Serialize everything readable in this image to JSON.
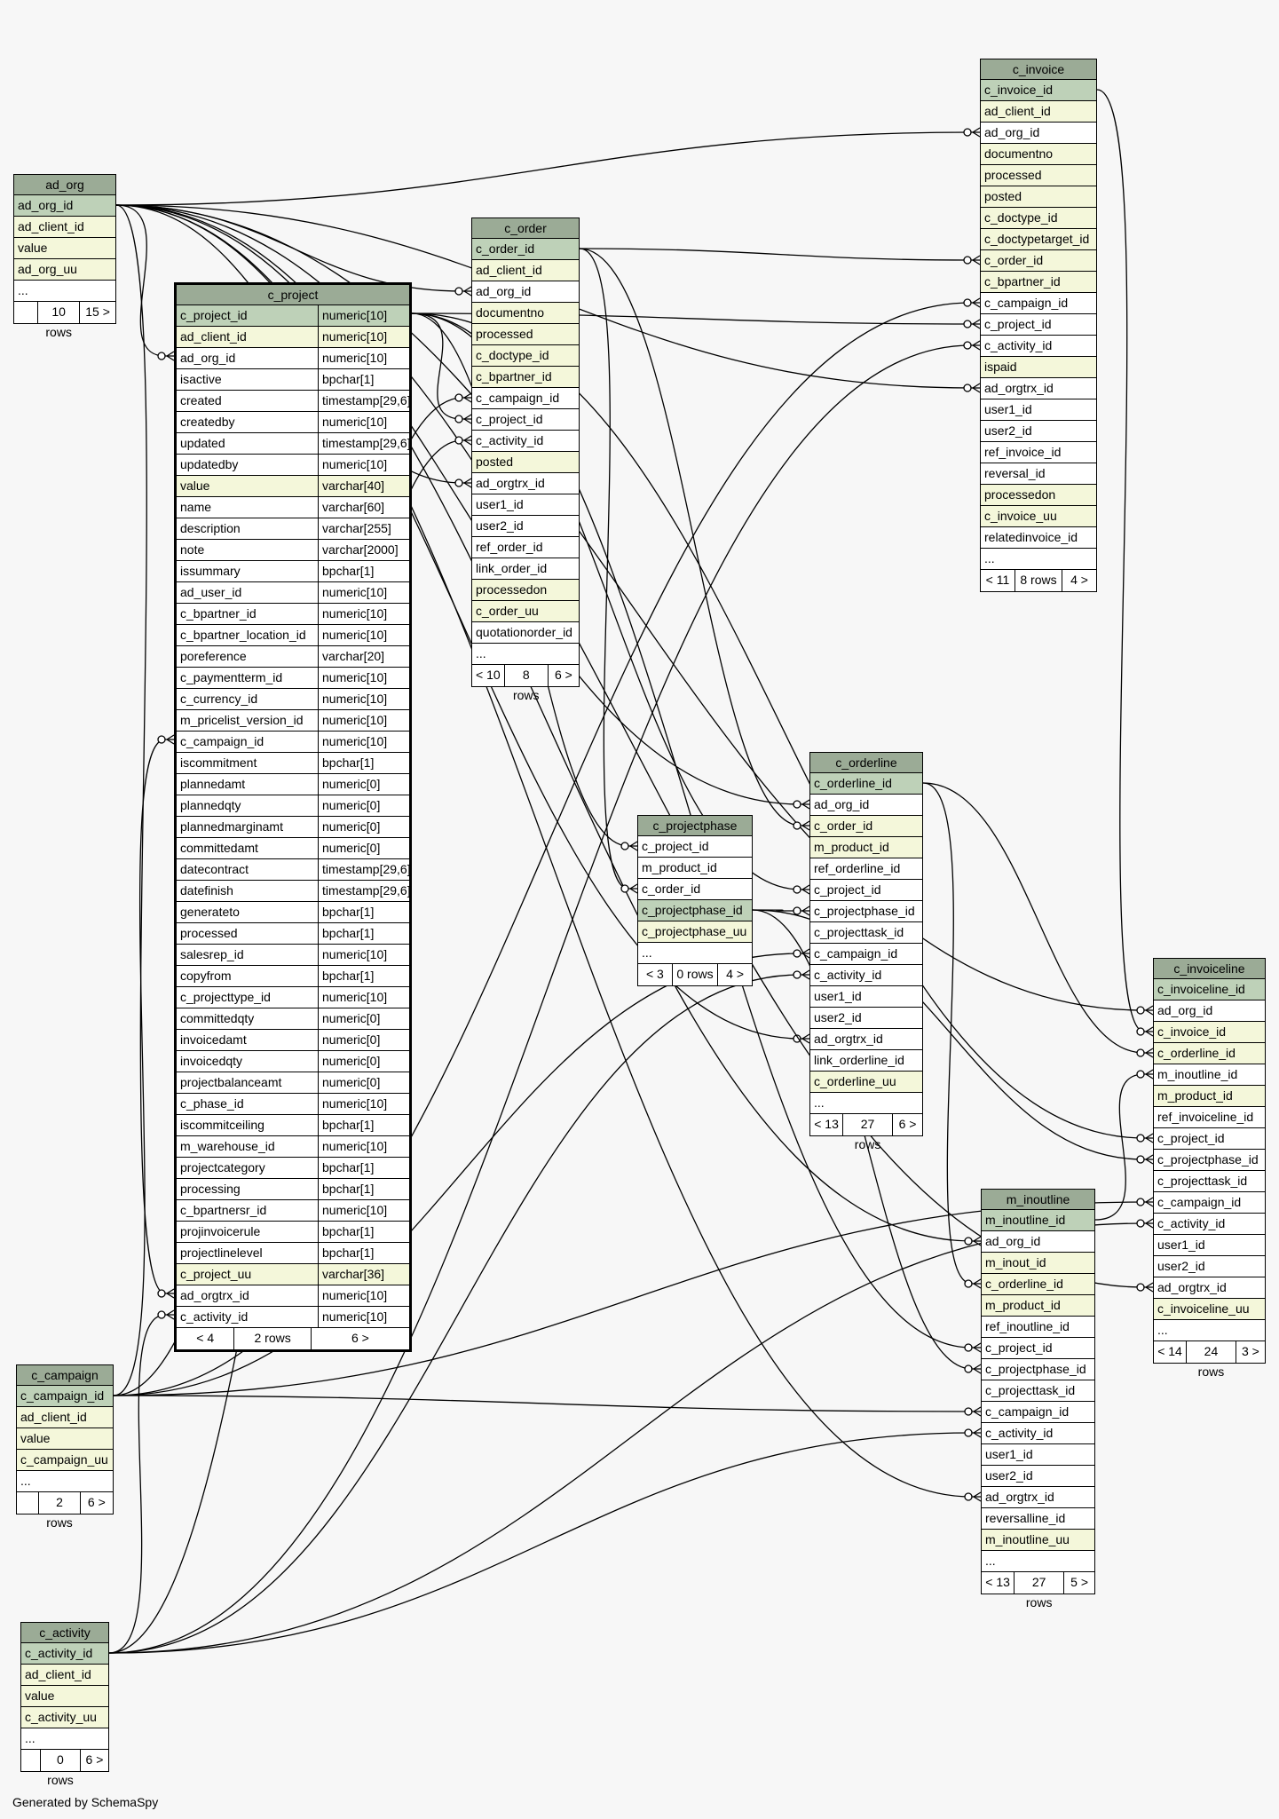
{
  "footer": "Generated by SchemaSpy",
  "tables": {
    "ad_org": {
      "name": "ad_org",
      "rows": [
        {
          "n": "ad_org_id",
          "k": "pk"
        },
        {
          "n": "ad_client_id",
          "k": "idx"
        },
        {
          "n": "value",
          "k": "idx"
        },
        {
          "n": "ad_org_uu",
          "k": "idx"
        },
        {
          "n": "...",
          "k": "plain"
        }
      ],
      "foot": [
        "",
        "10 rows",
        "15 >"
      ]
    },
    "c_campaign": {
      "name": "c_campaign",
      "rows": [
        {
          "n": "c_campaign_id",
          "k": "pk"
        },
        {
          "n": "ad_client_id",
          "k": "idx"
        },
        {
          "n": "value",
          "k": "idx"
        },
        {
          "n": "c_campaign_uu",
          "k": "idx"
        },
        {
          "n": "...",
          "k": "plain"
        }
      ],
      "foot": [
        "",
        "2 rows",
        "6 >"
      ]
    },
    "c_activity": {
      "name": "c_activity",
      "rows": [
        {
          "n": "c_activity_id",
          "k": "pk"
        },
        {
          "n": "ad_client_id",
          "k": "idx"
        },
        {
          "n": "value",
          "k": "idx"
        },
        {
          "n": "c_activity_uu",
          "k": "idx"
        },
        {
          "n": "...",
          "k": "plain"
        }
      ],
      "foot": [
        "",
        "0 rows",
        "6 >"
      ]
    },
    "c_project": {
      "name": "c_project",
      "rows": [
        {
          "n": "c_project_id",
          "t": "numeric[10]",
          "k": "pk"
        },
        {
          "n": "ad_client_id",
          "t": "numeric[10]",
          "k": "idx"
        },
        {
          "n": "ad_org_id",
          "t": "numeric[10]",
          "k": "plain"
        },
        {
          "n": "isactive",
          "t": "bpchar[1]",
          "k": "plain"
        },
        {
          "n": "created",
          "t": "timestamp[29,6]",
          "k": "plain"
        },
        {
          "n": "createdby",
          "t": "numeric[10]",
          "k": "plain"
        },
        {
          "n": "updated",
          "t": "timestamp[29,6]",
          "k": "plain"
        },
        {
          "n": "updatedby",
          "t": "numeric[10]",
          "k": "plain"
        },
        {
          "n": "value",
          "t": "varchar[40]",
          "k": "idx"
        },
        {
          "n": "name",
          "t": "varchar[60]",
          "k": "plain"
        },
        {
          "n": "description",
          "t": "varchar[255]",
          "k": "plain"
        },
        {
          "n": "note",
          "t": "varchar[2000]",
          "k": "plain"
        },
        {
          "n": "issummary",
          "t": "bpchar[1]",
          "k": "plain"
        },
        {
          "n": "ad_user_id",
          "t": "numeric[10]",
          "k": "plain"
        },
        {
          "n": "c_bpartner_id",
          "t": "numeric[10]",
          "k": "plain"
        },
        {
          "n": "c_bpartner_location_id",
          "t": "numeric[10]",
          "k": "plain"
        },
        {
          "n": "poreference",
          "t": "varchar[20]",
          "k": "plain"
        },
        {
          "n": "c_paymentterm_id",
          "t": "numeric[10]",
          "k": "plain"
        },
        {
          "n": "c_currency_id",
          "t": "numeric[10]",
          "k": "plain"
        },
        {
          "n": "m_pricelist_version_id",
          "t": "numeric[10]",
          "k": "plain"
        },
        {
          "n": "c_campaign_id",
          "t": "numeric[10]",
          "k": "plain"
        },
        {
          "n": "iscommitment",
          "t": "bpchar[1]",
          "k": "plain"
        },
        {
          "n": "plannedamt",
          "t": "numeric[0]",
          "k": "plain"
        },
        {
          "n": "plannedqty",
          "t": "numeric[0]",
          "k": "plain"
        },
        {
          "n": "plannedmarginamt",
          "t": "numeric[0]",
          "k": "plain"
        },
        {
          "n": "committedamt",
          "t": "numeric[0]",
          "k": "plain"
        },
        {
          "n": "datecontract",
          "t": "timestamp[29,6]",
          "k": "plain"
        },
        {
          "n": "datefinish",
          "t": "timestamp[29,6]",
          "k": "plain"
        },
        {
          "n": "generateto",
          "t": "bpchar[1]",
          "k": "plain"
        },
        {
          "n": "processed",
          "t": "bpchar[1]",
          "k": "plain"
        },
        {
          "n": "salesrep_id",
          "t": "numeric[10]",
          "k": "plain"
        },
        {
          "n": "copyfrom",
          "t": "bpchar[1]",
          "k": "plain"
        },
        {
          "n": "c_projecttype_id",
          "t": "numeric[10]",
          "k": "plain"
        },
        {
          "n": "committedqty",
          "t": "numeric[0]",
          "k": "plain"
        },
        {
          "n": "invoicedamt",
          "t": "numeric[0]",
          "k": "plain"
        },
        {
          "n": "invoicedqty",
          "t": "numeric[0]",
          "k": "plain"
        },
        {
          "n": "projectbalanceamt",
          "t": "numeric[0]",
          "k": "plain"
        },
        {
          "n": "c_phase_id",
          "t": "numeric[10]",
          "k": "plain"
        },
        {
          "n": "iscommitceiling",
          "t": "bpchar[1]",
          "k": "plain"
        },
        {
          "n": "m_warehouse_id",
          "t": "numeric[10]",
          "k": "plain"
        },
        {
          "n": "projectcategory",
          "t": "bpchar[1]",
          "k": "plain"
        },
        {
          "n": "processing",
          "t": "bpchar[1]",
          "k": "plain"
        },
        {
          "n": "c_bpartnersr_id",
          "t": "numeric[10]",
          "k": "plain"
        },
        {
          "n": "projinvoicerule",
          "t": "bpchar[1]",
          "k": "plain"
        },
        {
          "n": "projectlinelevel",
          "t": "bpchar[1]",
          "k": "plain"
        },
        {
          "n": "c_project_uu",
          "t": "varchar[36]",
          "k": "idx"
        },
        {
          "n": "ad_orgtrx_id",
          "t": "numeric[10]",
          "k": "plain"
        },
        {
          "n": "c_activity_id",
          "t": "numeric[10]",
          "k": "plain"
        }
      ],
      "foot": [
        "< 4",
        "2 rows",
        "6 >"
      ]
    },
    "c_order": {
      "name": "c_order",
      "rows": [
        {
          "n": "c_order_id",
          "k": "pk"
        },
        {
          "n": "ad_client_id",
          "k": "idx"
        },
        {
          "n": "ad_org_id",
          "k": "plain"
        },
        {
          "n": "documentno",
          "k": "idx"
        },
        {
          "n": "processed",
          "k": "idx"
        },
        {
          "n": "c_doctype_id",
          "k": "idx"
        },
        {
          "n": "c_bpartner_id",
          "k": "idx"
        },
        {
          "n": "c_campaign_id",
          "k": "plain"
        },
        {
          "n": "c_project_id",
          "k": "plain"
        },
        {
          "n": "c_activity_id",
          "k": "plain"
        },
        {
          "n": "posted",
          "k": "idx"
        },
        {
          "n": "ad_orgtrx_id",
          "k": "plain"
        },
        {
          "n": "user1_id",
          "k": "plain"
        },
        {
          "n": "user2_id",
          "k": "plain"
        },
        {
          "n": "ref_order_id",
          "k": "plain"
        },
        {
          "n": "link_order_id",
          "k": "plain"
        },
        {
          "n": "processedon",
          "k": "idx"
        },
        {
          "n": "c_order_uu",
          "k": "idx"
        },
        {
          "n": "quotationorder_id",
          "k": "plain"
        },
        {
          "n": "...",
          "k": "plain"
        }
      ],
      "foot": [
        "< 10",
        "8 rows",
        "6 >"
      ]
    },
    "c_projectphase": {
      "name": "c_projectphase",
      "rows": [
        {
          "n": "c_project_id",
          "k": "plain"
        },
        {
          "n": "m_product_id",
          "k": "plain"
        },
        {
          "n": "c_order_id",
          "k": "plain"
        },
        {
          "n": "c_projectphase_id",
          "k": "pk"
        },
        {
          "n": "c_projectphase_uu",
          "k": "idx"
        },
        {
          "n": "...",
          "k": "plain"
        }
      ],
      "foot": [
        "< 3",
        "0 rows",
        "4 >"
      ]
    },
    "c_orderline": {
      "name": "c_orderline",
      "rows": [
        {
          "n": "c_orderline_id",
          "k": "pk"
        },
        {
          "n": "ad_org_id",
          "k": "plain"
        },
        {
          "n": "c_order_id",
          "k": "idx"
        },
        {
          "n": "m_product_id",
          "k": "idx"
        },
        {
          "n": "ref_orderline_id",
          "k": "plain"
        },
        {
          "n": "c_project_id",
          "k": "plain"
        },
        {
          "n": "c_projectphase_id",
          "k": "plain"
        },
        {
          "n": "c_projecttask_id",
          "k": "plain"
        },
        {
          "n": "c_campaign_id",
          "k": "plain"
        },
        {
          "n": "c_activity_id",
          "k": "plain"
        },
        {
          "n": "user1_id",
          "k": "plain"
        },
        {
          "n": "user2_id",
          "k": "plain"
        },
        {
          "n": "ad_orgtrx_id",
          "k": "plain"
        },
        {
          "n": "link_orderline_id",
          "k": "plain"
        },
        {
          "n": "c_orderline_uu",
          "k": "idx"
        },
        {
          "n": "...",
          "k": "plain"
        }
      ],
      "foot": [
        "< 13",
        "27 rows",
        "6 >"
      ]
    },
    "c_invoice": {
      "name": "c_invoice",
      "rows": [
        {
          "n": "c_invoice_id",
          "k": "pk"
        },
        {
          "n": "ad_client_id",
          "k": "idx"
        },
        {
          "n": "ad_org_id",
          "k": "plain"
        },
        {
          "n": "documentno",
          "k": "idx"
        },
        {
          "n": "processed",
          "k": "idx"
        },
        {
          "n": "posted",
          "k": "idx"
        },
        {
          "n": "c_doctype_id",
          "k": "idx"
        },
        {
          "n": "c_doctypetarget_id",
          "k": "idx"
        },
        {
          "n": "c_order_id",
          "k": "idx"
        },
        {
          "n": "c_bpartner_id",
          "k": "idx"
        },
        {
          "n": "c_campaign_id",
          "k": "plain"
        },
        {
          "n": "c_project_id",
          "k": "plain"
        },
        {
          "n": "c_activity_id",
          "k": "plain"
        },
        {
          "n": "ispaid",
          "k": "idx"
        },
        {
          "n": "ad_orgtrx_id",
          "k": "plain"
        },
        {
          "n": "user1_id",
          "k": "plain"
        },
        {
          "n": "user2_id",
          "k": "plain"
        },
        {
          "n": "ref_invoice_id",
          "k": "plain"
        },
        {
          "n": "reversal_id",
          "k": "plain"
        },
        {
          "n": "processedon",
          "k": "idx"
        },
        {
          "n": "c_invoice_uu",
          "k": "idx"
        },
        {
          "n": "relatedinvoice_id",
          "k": "plain"
        },
        {
          "n": "...",
          "k": "plain"
        }
      ],
      "foot": [
        "< 11",
        "8 rows",
        "4 >"
      ]
    },
    "m_inoutline": {
      "name": "m_inoutline",
      "rows": [
        {
          "n": "m_inoutline_id",
          "k": "pk"
        },
        {
          "n": "ad_org_id",
          "k": "plain"
        },
        {
          "n": "m_inout_id",
          "k": "idx"
        },
        {
          "n": "c_orderline_id",
          "k": "idx"
        },
        {
          "n": "m_product_id",
          "k": "idx"
        },
        {
          "n": "ref_inoutline_id",
          "k": "plain"
        },
        {
          "n": "c_project_id",
          "k": "plain"
        },
        {
          "n": "c_projectphase_id",
          "k": "plain"
        },
        {
          "n": "c_projecttask_id",
          "k": "plain"
        },
        {
          "n": "c_campaign_id",
          "k": "plain"
        },
        {
          "n": "c_activity_id",
          "k": "plain"
        },
        {
          "n": "user1_id",
          "k": "plain"
        },
        {
          "n": "user2_id",
          "k": "plain"
        },
        {
          "n": "ad_orgtrx_id",
          "k": "plain"
        },
        {
          "n": "reversalline_id",
          "k": "plain"
        },
        {
          "n": "m_inoutline_uu",
          "k": "idx"
        },
        {
          "n": "...",
          "k": "plain"
        }
      ],
      "foot": [
        "< 13",
        "27 rows",
        "5 >"
      ]
    },
    "c_invoiceline": {
      "name": "c_invoiceline",
      "rows": [
        {
          "n": "c_invoiceline_id",
          "k": "pk"
        },
        {
          "n": "ad_org_id",
          "k": "plain"
        },
        {
          "n": "c_invoice_id",
          "k": "idx"
        },
        {
          "n": "c_orderline_id",
          "k": "idx"
        },
        {
          "n": "m_inoutline_id",
          "k": "plain"
        },
        {
          "n": "m_product_id",
          "k": "idx"
        },
        {
          "n": "ref_invoiceline_id",
          "k": "plain"
        },
        {
          "n": "c_project_id",
          "k": "plain"
        },
        {
          "n": "c_projectphase_id",
          "k": "plain"
        },
        {
          "n": "c_projecttask_id",
          "k": "plain"
        },
        {
          "n": "c_campaign_id",
          "k": "plain"
        },
        {
          "n": "c_activity_id",
          "k": "plain"
        },
        {
          "n": "user1_id",
          "k": "plain"
        },
        {
          "n": "user2_id",
          "k": "plain"
        },
        {
          "n": "ad_orgtrx_id",
          "k": "plain"
        },
        {
          "n": "c_invoiceline_uu",
          "k": "idx"
        },
        {
          "n": "...",
          "k": "plain"
        }
      ],
      "foot": [
        "< 14",
        "24 rows",
        "3 >"
      ]
    }
  },
  "relations": [
    [
      "ad_org",
      "ad_org_id",
      "c_project",
      "ad_org_id"
    ],
    [
      "ad_org",
      "ad_org_id",
      "c_project",
      "ad_orgtrx_id"
    ],
    [
      "ad_org",
      "ad_org_id",
      "c_order",
      "ad_org_id"
    ],
    [
      "ad_org",
      "ad_org_id",
      "c_order",
      "ad_orgtrx_id"
    ],
    [
      "ad_org",
      "ad_org_id",
      "c_invoice",
      "ad_org_id"
    ],
    [
      "ad_org",
      "ad_org_id",
      "c_invoice",
      "ad_orgtrx_id"
    ],
    [
      "ad_org",
      "ad_org_id",
      "c_orderline",
      "ad_org_id"
    ],
    [
      "ad_org",
      "ad_org_id",
      "c_orderline",
      "ad_orgtrx_id"
    ],
    [
      "ad_org",
      "ad_org_id",
      "c_invoiceline",
      "ad_org_id"
    ],
    [
      "ad_org",
      "ad_org_id",
      "c_invoiceline",
      "ad_orgtrx_id"
    ],
    [
      "ad_org",
      "ad_org_id",
      "m_inoutline",
      "ad_org_id"
    ],
    [
      "ad_org",
      "ad_org_id",
      "m_inoutline",
      "ad_orgtrx_id"
    ],
    [
      "c_campaign",
      "c_campaign_id",
      "c_project",
      "c_campaign_id"
    ],
    [
      "c_campaign",
      "c_campaign_id",
      "c_order",
      "c_campaign_id"
    ],
    [
      "c_campaign",
      "c_campaign_id",
      "c_invoice",
      "c_campaign_id"
    ],
    [
      "c_campaign",
      "c_campaign_id",
      "c_orderline",
      "c_campaign_id"
    ],
    [
      "c_campaign",
      "c_campaign_id",
      "c_invoiceline",
      "c_campaign_id"
    ],
    [
      "c_campaign",
      "c_campaign_id",
      "m_inoutline",
      "c_campaign_id"
    ],
    [
      "c_activity",
      "c_activity_id",
      "c_project",
      "c_activity_id"
    ],
    [
      "c_activity",
      "c_activity_id",
      "c_order",
      "c_activity_id"
    ],
    [
      "c_activity",
      "c_activity_id",
      "c_invoice",
      "c_activity_id"
    ],
    [
      "c_activity",
      "c_activity_id",
      "c_orderline",
      "c_activity_id"
    ],
    [
      "c_activity",
      "c_activity_id",
      "c_invoiceline",
      "c_activity_id"
    ],
    [
      "c_activity",
      "c_activity_id",
      "m_inoutline",
      "c_activity_id"
    ],
    [
      "c_project",
      "c_project_id",
      "c_order",
      "c_project_id"
    ],
    [
      "c_project",
      "c_project_id",
      "c_invoice",
      "c_project_id"
    ],
    [
      "c_project",
      "c_project_id",
      "c_projectphase",
      "c_project_id"
    ],
    [
      "c_project",
      "c_project_id",
      "c_orderline",
      "c_project_id"
    ],
    [
      "c_project",
      "c_project_id",
      "c_invoiceline",
      "c_project_id"
    ],
    [
      "c_project",
      "c_project_id",
      "m_inoutline",
      "c_project_id"
    ],
    [
      "c_order",
      "c_order_id",
      "c_invoice",
      "c_order_id"
    ],
    [
      "c_order",
      "c_order_id",
      "c_projectphase",
      "c_order_id"
    ],
    [
      "c_order",
      "c_order_id",
      "c_orderline",
      "c_order_id"
    ],
    [
      "c_projectphase",
      "c_projectphase_id",
      "c_orderline",
      "c_projectphase_id"
    ],
    [
      "c_projectphase",
      "c_projectphase_id",
      "c_invoiceline",
      "c_projectphase_id"
    ],
    [
      "c_projectphase",
      "c_projectphase_id",
      "m_inoutline",
      "c_projectphase_id"
    ],
    [
      "c_orderline",
      "c_orderline_id",
      "c_invoiceline",
      "c_orderline_id"
    ],
    [
      "c_orderline",
      "c_orderline_id",
      "m_inoutline",
      "c_orderline_id"
    ],
    [
      "c_invoice",
      "c_invoice_id",
      "c_invoiceline",
      "c_invoice_id"
    ],
    [
      "m_inoutline",
      "m_inoutline_id",
      "c_invoiceline",
      "m_inoutline_id"
    ]
  ]
}
